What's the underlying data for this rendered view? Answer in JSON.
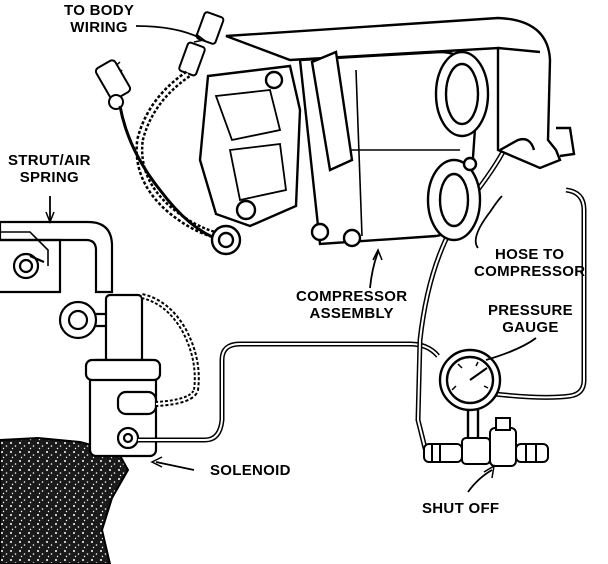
{
  "labels": {
    "to_body_wiring": [
      "TO BODY",
      "WIRING"
    ],
    "strut_air_spring": [
      "STRUT/AIR",
      "SPRING"
    ],
    "hose_to_compressor": [
      "HOSE TO",
      "COMPRESSOR"
    ],
    "compressor_assembly": [
      "COMPRESSOR",
      "ASSEMBLY"
    ],
    "pressure_gauge": [
      "PRESSURE",
      "GAUGE"
    ],
    "solenoid": "SOLENOID",
    "shut_off": "SHUT OFF"
  },
  "colors": {
    "ink": "#000000",
    "paper": "#ffffff"
  }
}
